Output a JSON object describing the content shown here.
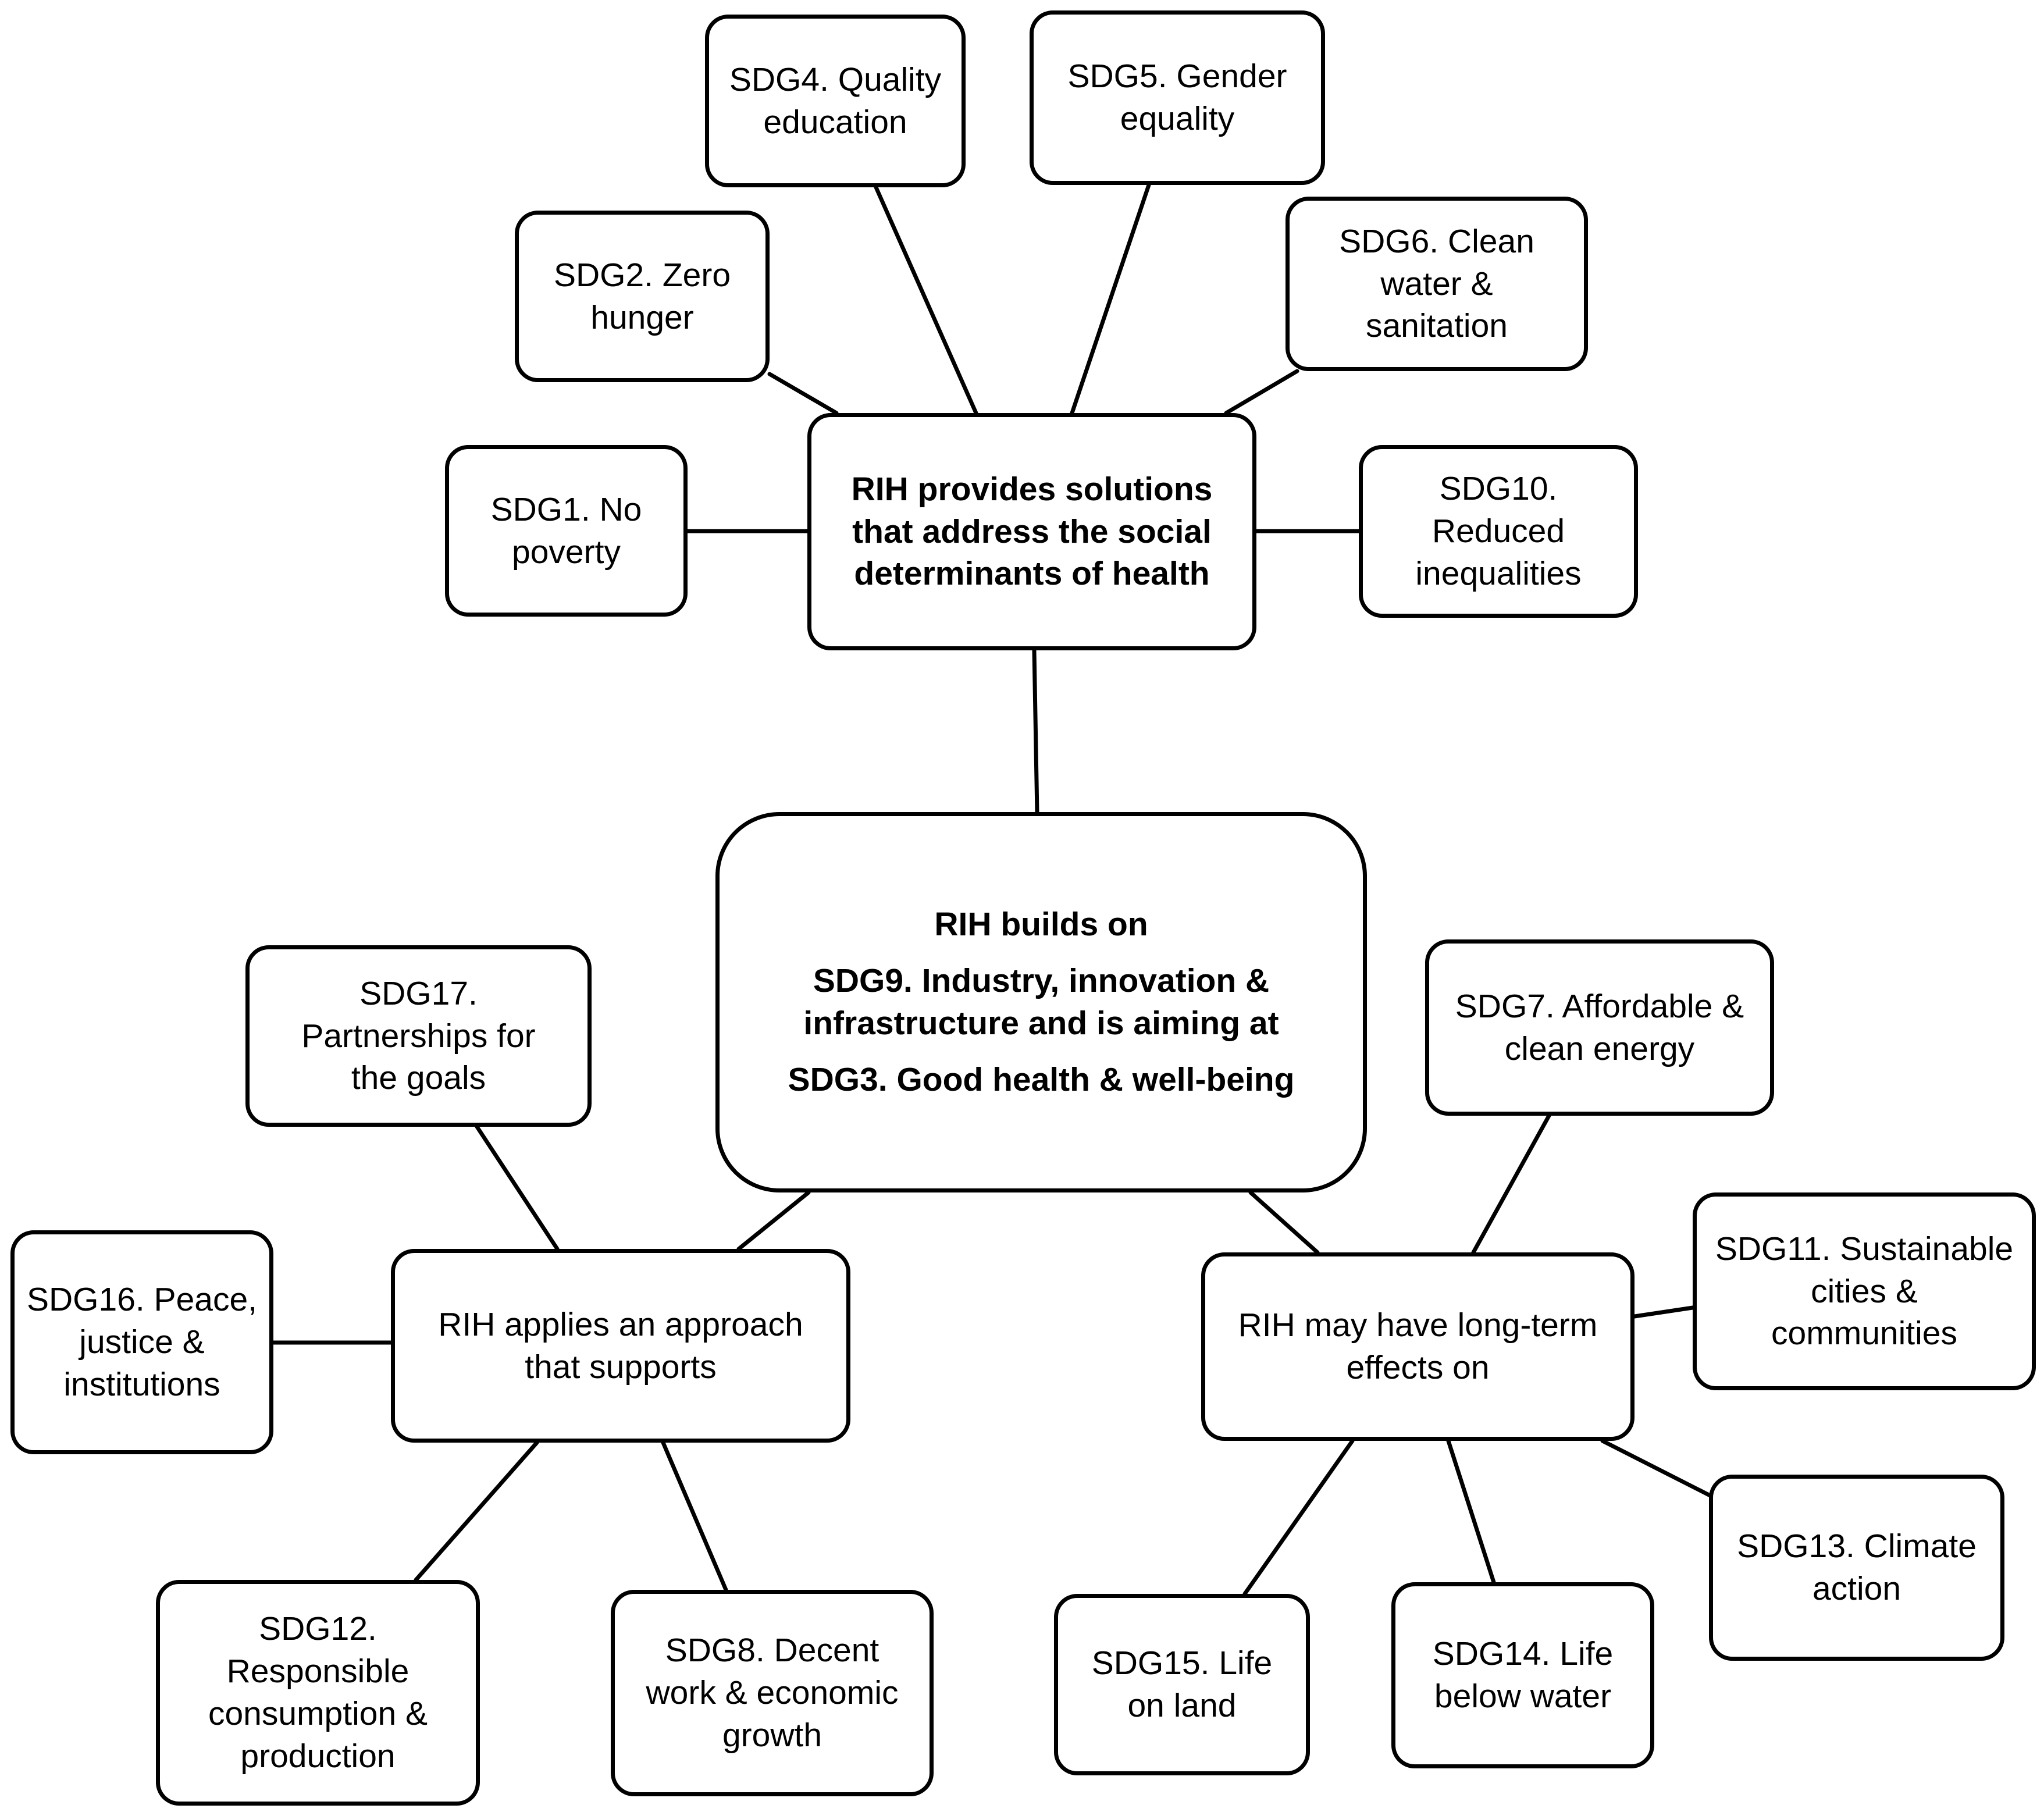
{
  "center": {
    "line1": "RIH builds on",
    "line2": "SDG9. Industry, innovation &",
    "line3": "infrastructure and is aiming at",
    "line4": "SDG3. Good health & well-being"
  },
  "hub_social": {
    "line1": "RIH provides solutions",
    "line2": "that address the social",
    "line3": "determinants of health"
  },
  "hub_approach": {
    "line1": "RIH applies an approach",
    "line2": "that supports"
  },
  "hub_longterm": {
    "line1": "RIH may have long-term",
    "line2": "effects on"
  },
  "sdg": {
    "sdg1": [
      "SDG1. No",
      "poverty"
    ],
    "sdg2": [
      "SDG2. Zero",
      "hunger"
    ],
    "sdg4": [
      "SDG4. Quality",
      "education"
    ],
    "sdg5": [
      "SDG5. Gender",
      "equality"
    ],
    "sdg6": [
      "SDG6. Clean",
      "water &",
      "sanitation"
    ],
    "sdg10": [
      "SDG10.",
      "Reduced",
      "inequalities"
    ],
    "sdg17": [
      "SDG17.",
      "Partnerships for",
      "the goals"
    ],
    "sdg16": [
      "SDG16. Peace,",
      "justice &",
      "institutions"
    ],
    "sdg12": [
      "SDG12.",
      "Responsible",
      "consumption &",
      "production"
    ],
    "sdg8": [
      "SDG8. Decent",
      "work & economic",
      "growth"
    ],
    "sdg7": [
      "SDG7. Affordable &",
      "clean energy"
    ],
    "sdg11": [
      "SDG11. Sustainable",
      "cities &",
      "communities"
    ],
    "sdg13": [
      "SDG13. Climate",
      "action"
    ],
    "sdg14": [
      "SDG14. Life",
      "below water"
    ],
    "sdg15": [
      "SDG15. Life",
      "on land"
    ]
  }
}
